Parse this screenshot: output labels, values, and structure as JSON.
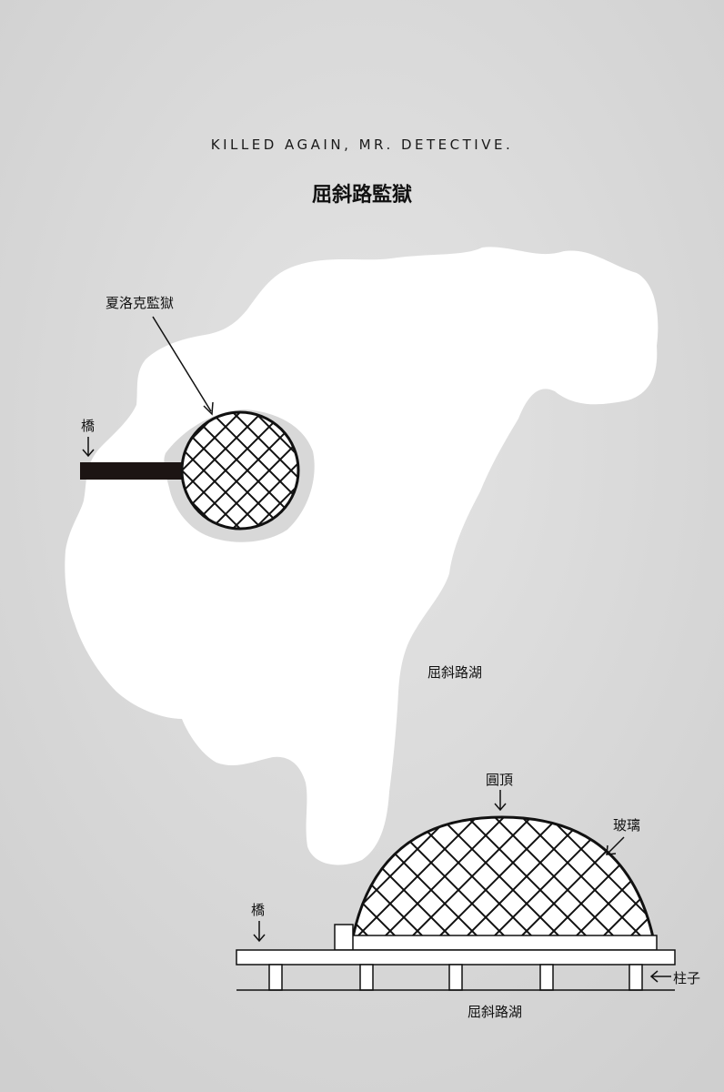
{
  "header": {
    "title_en": "KILLED AGAIN, MR. DETECTIVE.",
    "title_zh": "屈斜路監獄"
  },
  "map": {
    "prison_label": "夏洛克監獄",
    "bridge_label": "橋",
    "lake_label": "屈斜路湖"
  },
  "section_view": {
    "dome_label": "圓頂",
    "glass_label": "玻璃",
    "bridge_label": "橋",
    "pillar_label": "柱子",
    "lake_label": "屈斜路湖"
  },
  "colors": {
    "background": "#dcdcdc",
    "island": "#ffffff",
    "ink": "#111111"
  }
}
